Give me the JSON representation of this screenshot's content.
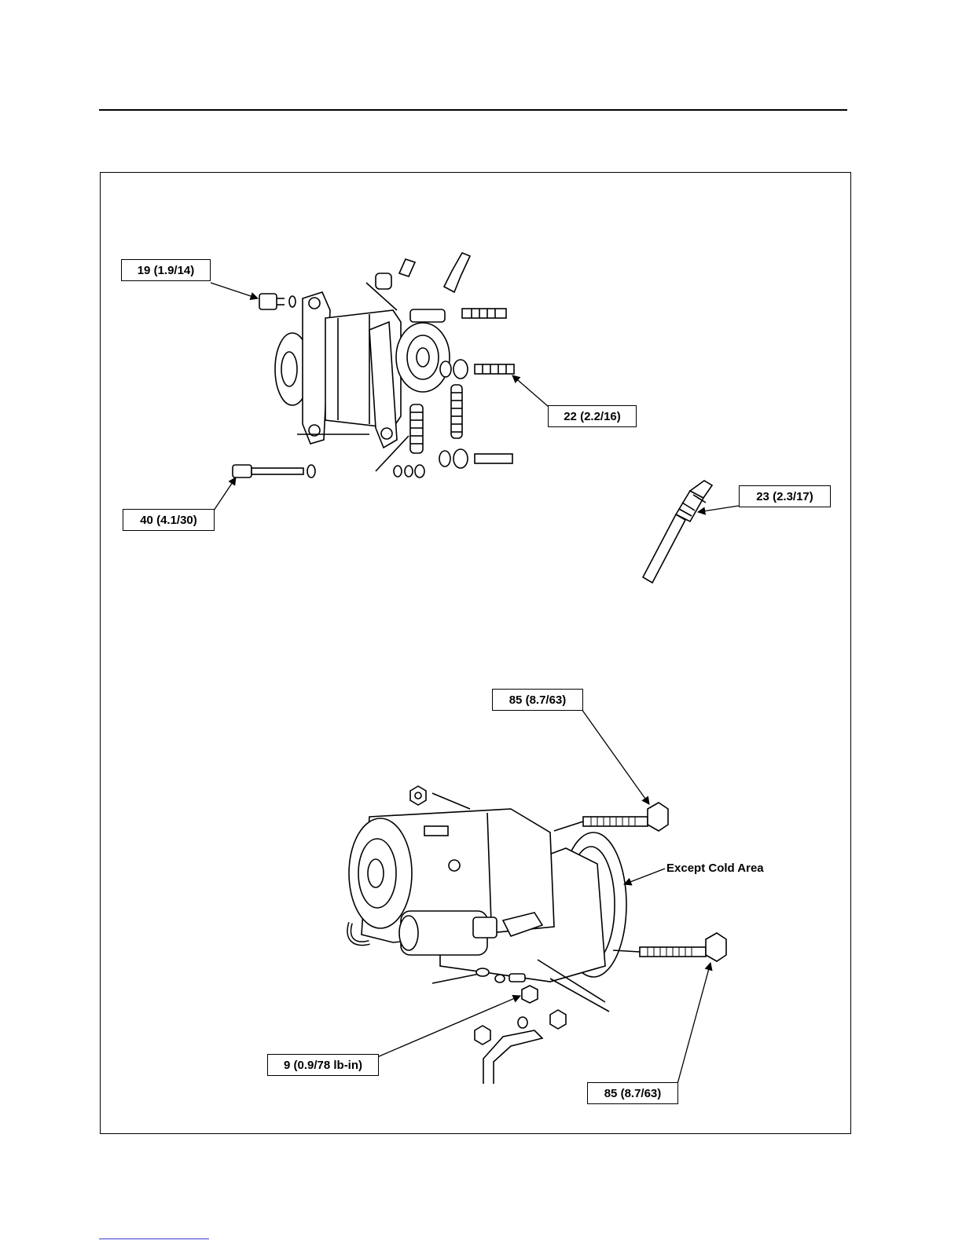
{
  "callouts": {
    "alternator_top_bolt": "19 (1.9/14)",
    "alternator_side_bolt": "22 (2.2/16)",
    "alternator_through_bolt": "40 (4.1/30)",
    "glow_plug": "23 (2.3/17)",
    "starter_upper_bolt": "85 (8.7/63)",
    "starter_terminal_nut": "9 (0.9/78 lb-in)",
    "starter_lower_bolt": "85 (8.7/63)"
  },
  "annotations": {
    "except_cold_area": "Except Cold Area"
  }
}
